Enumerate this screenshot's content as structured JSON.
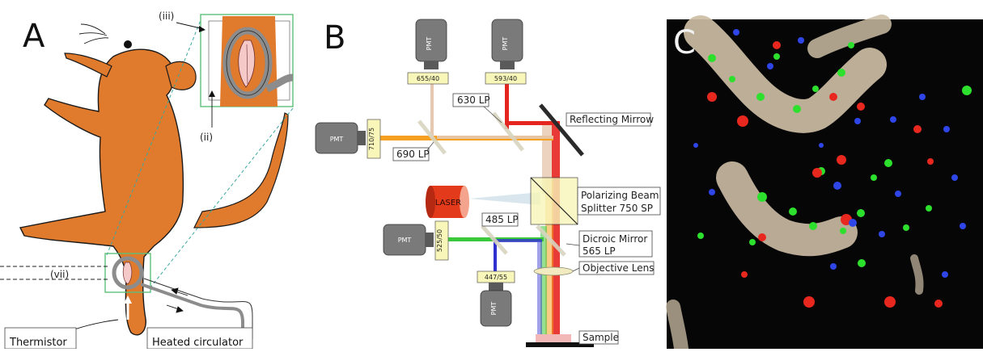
{
  "panels": {
    "a": {
      "letter": "A",
      "callout_iii": "(iii)",
      "callout_ii": "(ii)",
      "callout_vii": "(vii)",
      "thermistor": "Thermistor",
      "heated_circulator": "Heated circulator",
      "colors": {
        "body": "#e07a2c",
        "outline": "#1a1a1a",
        "tube": "#9a9a9a",
        "box": "#5dc07a",
        "dash": "#3aa8a0"
      }
    },
    "b": {
      "letter": "B",
      "pmt": "PMT",
      "laser": "LASER",
      "filters": {
        "f655": "655/40",
        "f593": "593/40",
        "f710": "710/75",
        "f525": "525/50",
        "f447": "447/55"
      },
      "labels": {
        "lp630": "630 LP",
        "lp690": "690 LP",
        "lp485": "485 LP",
        "reflecting_mirror": "Reflecting Mirrow",
        "pbs_line1": "Polarizing Beam",
        "pbs_line2": "Splitter 750 SP",
        "dichroic_line1": "Dicroic Mirror",
        "dichroic_line2": "565 LP",
        "objective": "Objective Lens",
        "sample": "Sample"
      },
      "colors": {
        "red": "#e52520",
        "orange": "#f5a020",
        "green": "#3cc83c",
        "blue": "#3030d0",
        "beige": "#e6c8b0",
        "filter": "#f8f6b8",
        "pmt": "#7a7a7a",
        "laser": "#e23a1a"
      }
    },
    "c": {
      "letter": "C",
      "colors": {
        "background": "#060606",
        "tissue": "#cdbda5",
        "green": "#2ee02e",
        "red": "#e8281e",
        "blue": "#2e46e8"
      }
    }
  }
}
